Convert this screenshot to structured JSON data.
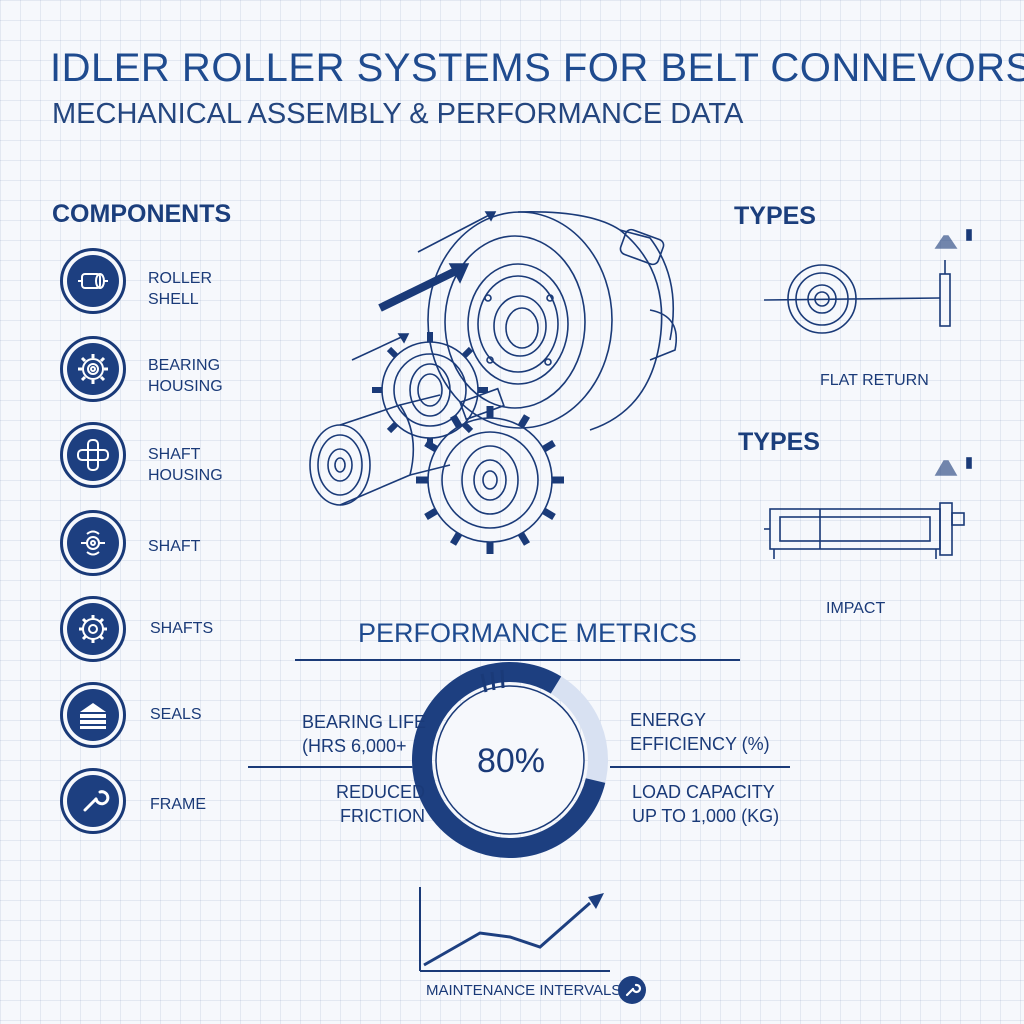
{
  "header": {
    "title": "IDLER ROLLER SYSTEMS FOR BELT CONNEVORS",
    "subtitle": "MECHANICAL ASSEMBLY & PERFORMANCE DATA"
  },
  "components": {
    "heading": "COMPONENTS",
    "items": [
      {
        "label_line1": "ROLLER",
        "label_line2": "SHELL",
        "icon": "roller-icon"
      },
      {
        "label_line1": "BEARING",
        "label_line2": "HOUSING",
        "icon": "gear-icon"
      },
      {
        "label_line1": "SHAFT",
        "label_line2": "HOUSING",
        "icon": "shaft-cross-icon"
      },
      {
        "label_line1": "SHAFT",
        "label_line2": "",
        "icon": "shaft-icon"
      },
      {
        "label_line1": "SHAFTS",
        "label_line2": "",
        "icon": "gear-icon"
      },
      {
        "label_line1": "SEALS",
        "label_line2": "",
        "icon": "seal-icon"
      },
      {
        "label_line1": "FRAME",
        "label_line2": "",
        "icon": "wrench-icon"
      }
    ]
  },
  "types": {
    "heading_1": "TYPES",
    "type_1_label": "FLAT RETURN",
    "heading_2": "TYPES",
    "type_2_label": "IMPACT"
  },
  "metrics": {
    "heading": "PERFORMANCE METRICS",
    "gauge_value": "80%",
    "gauge_fraction": 0.8,
    "bearing_life_line1": "BEARING LIFE",
    "bearing_life_line2": "(HRS  6,000+",
    "reduced_friction_line1": "REDUCED",
    "reduced_friction_line2": "FRICTION",
    "energy_line1": "ENERGY",
    "energy_line2": "EFFICIENCY (%)",
    "load_line1": "LOAD CAPACITY",
    "load_line2": "UP TO 1,000 (KG)",
    "maintenance_label": "MAINTENANCE INTERVALS"
  },
  "colors": {
    "ink": "#1a3a78",
    "accent": "#1d3f80",
    "gauge_light": "#d8e1f2"
  }
}
